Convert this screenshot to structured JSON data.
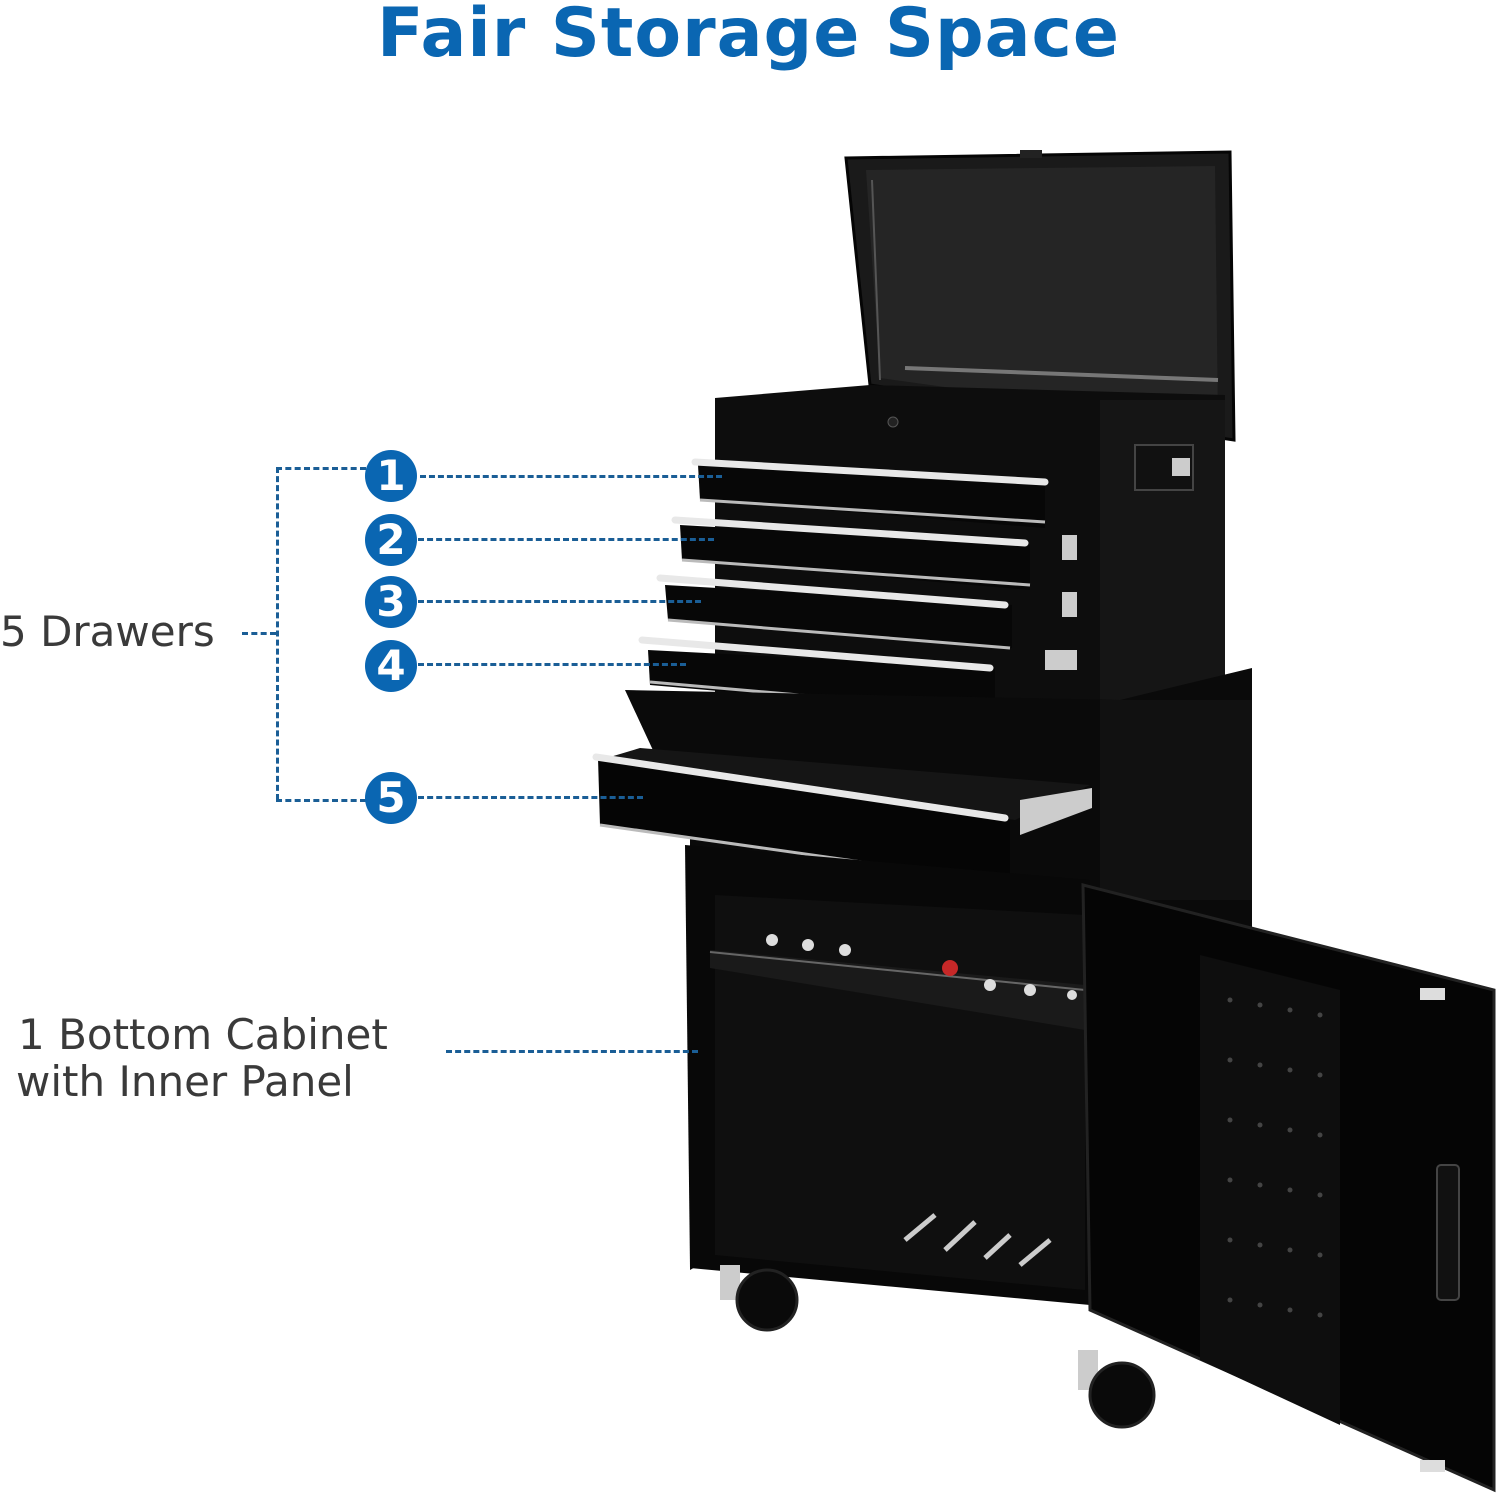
{
  "title": "Fair Storage Space",
  "colors": {
    "accent": "#0a66b2",
    "label_text": "#3a3a3a",
    "cabinet": "#0b0b0b"
  },
  "callouts": {
    "drawers_label": "5 Drawers",
    "cabinet_label_line1": "1 Bottom Cabinet",
    "cabinet_label_line2": "with Inner Panel",
    "badges": [
      "1",
      "2",
      "3",
      "4",
      "5"
    ]
  },
  "product": {
    "name": "black rolling tool chest with open lid",
    "drawer_count": 5,
    "cabinet_count": 1
  }
}
